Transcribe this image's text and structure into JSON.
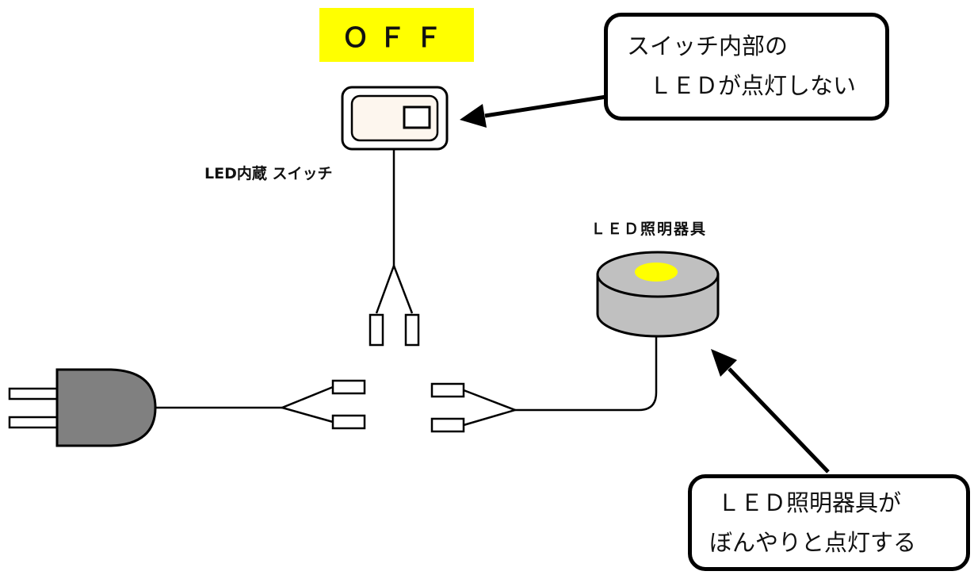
{
  "switch": {
    "state_label": "ＯＦＦ",
    "label": "LED内蔵 スイッチ"
  },
  "fixture": {
    "label": "ＬＥＤ照明器具"
  },
  "callouts": {
    "switch_note": [
      "スイッチ内部の",
      "ＬＥＤが点灯しない"
    ],
    "fixture_note": [
      "ＬＥＤ照明器具が",
      "ぼんやりと点灯する"
    ]
  },
  "colors": {
    "status_badge": "#ffff00",
    "switch_face": "#fdf6ee",
    "plug_body": "#808080",
    "fixture_body": "#c0c0c0",
    "fixture_light": "#ffff00"
  }
}
